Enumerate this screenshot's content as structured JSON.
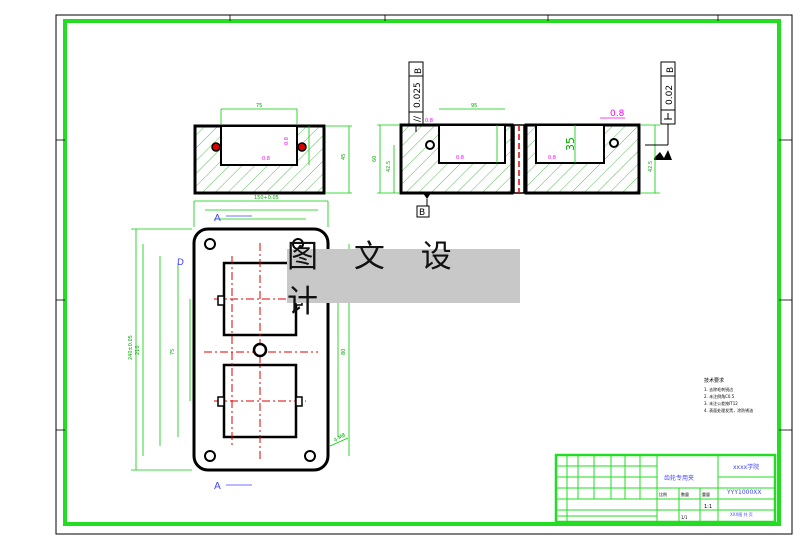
{
  "overlay": {
    "title": "图 文 设 计"
  },
  "datum": {
    "b_top": "B",
    "b_bottom": "B",
    "b_right": "B"
  },
  "tolerances": {
    "left_parallelism_value": "0.025",
    "right_perpendicular_value": "0.02"
  },
  "dimensions": {
    "depth_35": "35",
    "roughness_08": "0.8",
    "section_a": "A",
    "section_d": "D"
  },
  "title_block": {
    "school": "xxxx学院",
    "part_name": "齿轮专用夹",
    "drawing_no": "YYY1000XX",
    "material": "1:1",
    "sheet": "1/1",
    "scale_label": "比例",
    "qty_label": "数量",
    "weight_label": "重量",
    "bottom_note": "XXX图 共 页"
  },
  "notes": {
    "heading": "技术要求",
    "items": [
      "1. 去除毛刺锐边",
      "2. 未注倒角C0.5",
      "3. 未注公差按IT12",
      "4. 表面处理发黑，涂防锈油"
    ]
  },
  "colors": {
    "frame_green": "#22dd22",
    "dim_green": "#00cc00",
    "outline_black": "#000000",
    "hatch_green": "#33aa33",
    "center_red": "#dd0000",
    "accent_magenta": "#ff00ff",
    "dim_blue": "#4444ff",
    "overlay_bg": "#c8c8c8"
  }
}
